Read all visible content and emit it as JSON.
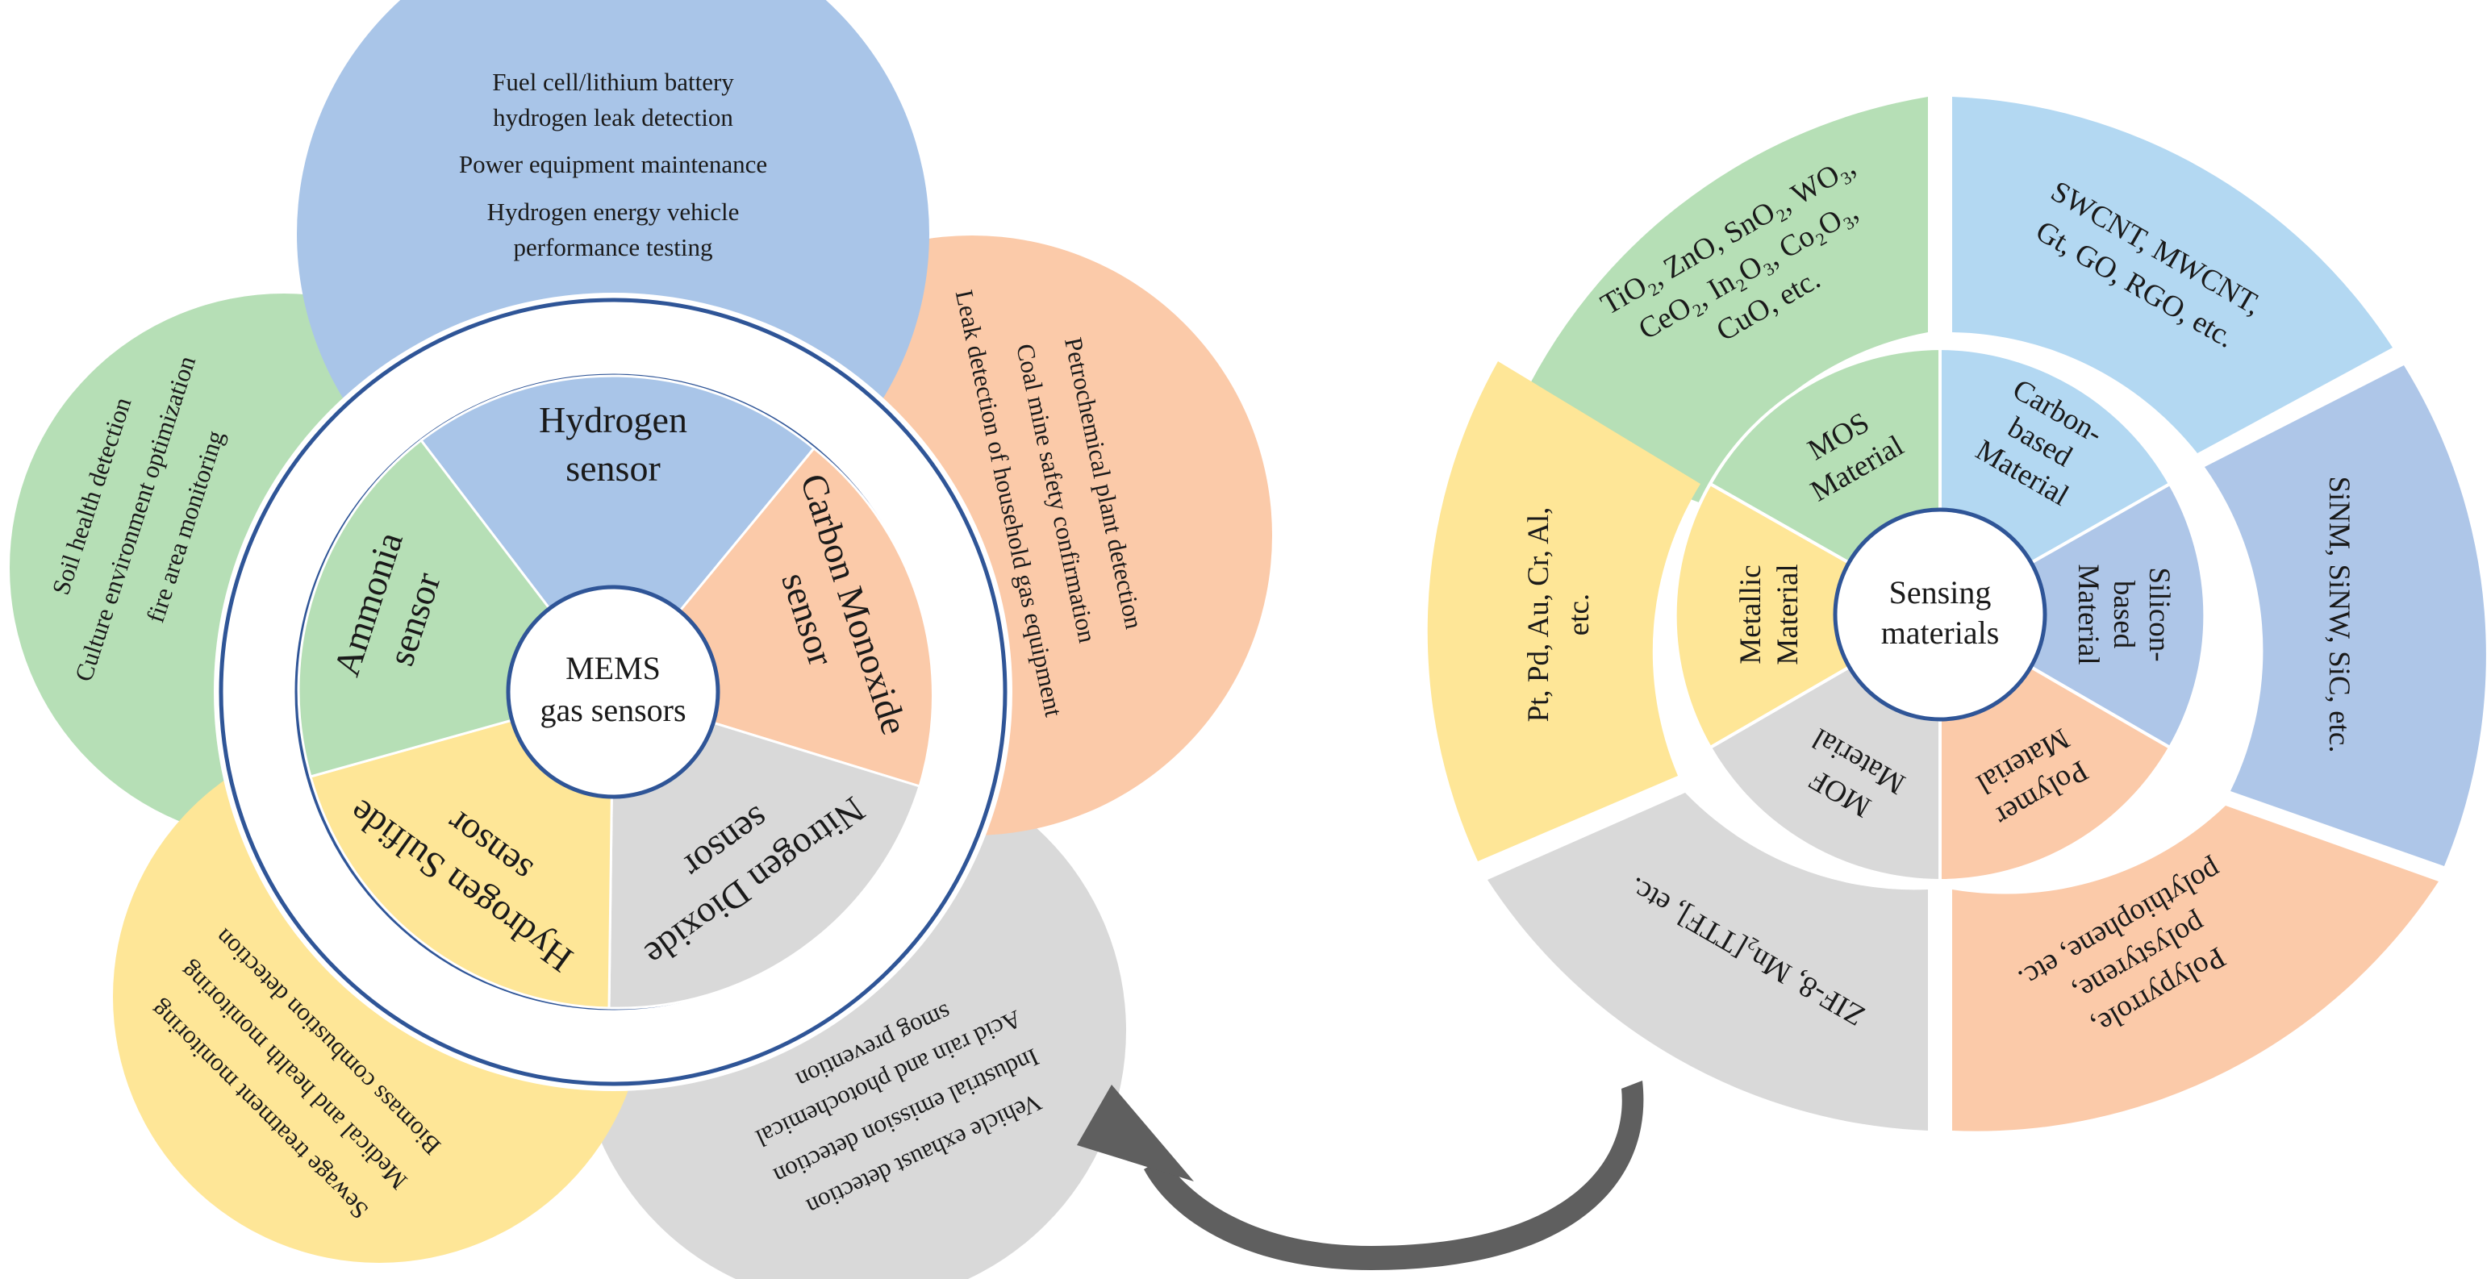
{
  "colors": {
    "blue": "#a9c5e8",
    "orange": "#fbcaa9",
    "gray": "#d9d9d9",
    "yellow": "#fee697",
    "green": "#b6dfb6",
    "light_blue": "#b3d8f2",
    "silicon_blue": "#aec6e8",
    "ring_border": "#2f5597",
    "arrow": "#5f5f5f"
  },
  "left": {
    "center": [
      "MEMS",
      "gas sensors"
    ],
    "sensors": {
      "hydrogen": [
        "Hydrogen",
        "sensor"
      ],
      "carbon_monoxide": [
        "Carbon Monoxide",
        "sensor"
      ],
      "nitrogen_dioxide": [
        "Nitrogen Dioxide",
        "sensor"
      ],
      "hydrogen_sulfide": [
        "Hydrogen Sulfide",
        "sensor"
      ],
      "ammonia": [
        "Ammonia",
        "sensor"
      ]
    },
    "applications": {
      "hydrogen": [
        "Fuel cell/lithium battery",
        "hydrogen leak detection",
        "Power equipment maintenance",
        "Hydrogen energy vehicle",
        "performance testing"
      ],
      "carbon_monoxide": [
        "Petrochemical plant detection",
        "Coal mine safety confirmation",
        "Leak detection of household gas equipment"
      ],
      "nitrogen_dioxide": [
        "Vehicle exhaust detection",
        "Industrial emission detection",
        "Acid rain and photochemical",
        "smog prevention"
      ],
      "hydrogen_sulfide": [
        "Sewage treatment monitoring",
        "Medical and health monitoring",
        "Biomass combustion detection"
      ],
      "ammonia": [
        "Soil health detection",
        "Culture environment optimization",
        "fire area monitoring"
      ]
    }
  },
  "right": {
    "center": [
      "Sensing",
      "materials"
    ],
    "materials": {
      "mos": [
        "MOS",
        "Material"
      ],
      "carbon": [
        "Carbon-",
        "based",
        "Material"
      ],
      "silicon": [
        "Silicon-",
        "based",
        "Material"
      ],
      "polymer": [
        "Polymer",
        "Material"
      ],
      "mof": [
        "MOF",
        "Material"
      ],
      "metallic": [
        "Metallic",
        "Material"
      ]
    },
    "examples": {
      "mos": [
        "TiO₂, ZnO, SnO₂, WO₃,",
        "CeO₂, In₂O₃, Co₂O₃,",
        "CuO, etc."
      ],
      "carbon": [
        "SWCNT, MWCNT,",
        "Gt, GO, RGO, etc."
      ],
      "silicon": [
        "SiNM, SiNW, SiC, etc."
      ],
      "polymer": [
        "Polypyrrole,",
        "polystyrene,",
        "polythiophene, etc."
      ],
      "mof": [
        "ZIF-8, Mn₂[TTF], etc."
      ],
      "metallic": [
        "Pt, Pd, Au, Cr, Al,",
        "etc."
      ]
    }
  }
}
